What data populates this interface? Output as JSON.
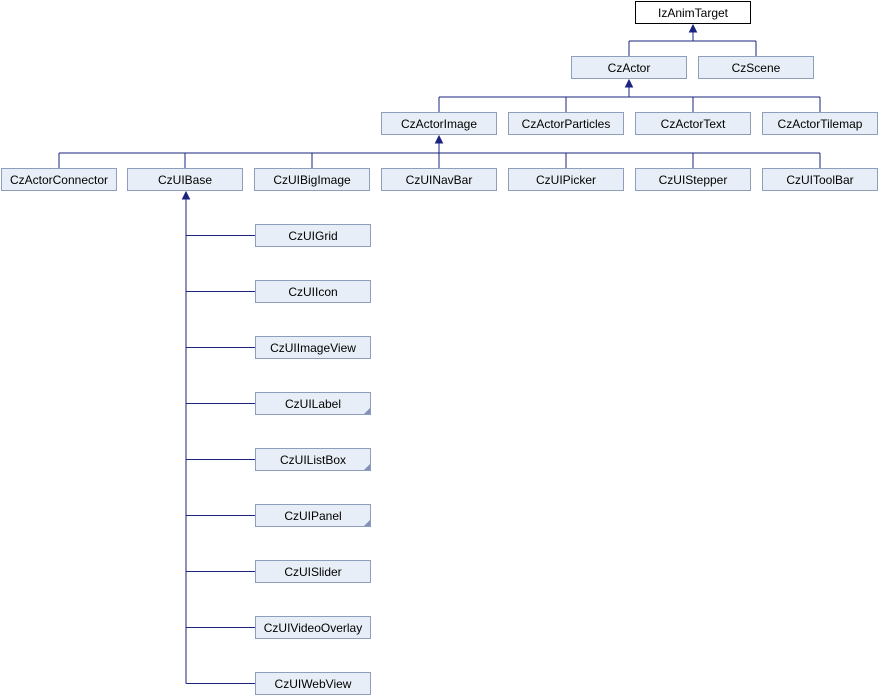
{
  "diagram": {
    "nodes": [
      {
        "id": "IzAnimTarget",
        "label": "IzAnimTarget",
        "root": true
      },
      {
        "id": "CzActor",
        "label": "CzActor"
      },
      {
        "id": "CzScene",
        "label": "CzScene"
      },
      {
        "id": "CzActorImage",
        "label": "CzActorImage"
      },
      {
        "id": "CzActorParticles",
        "label": "CzActorParticles"
      },
      {
        "id": "CzActorText",
        "label": "CzActorText"
      },
      {
        "id": "CzActorTilemap",
        "label": "CzActorTilemap"
      },
      {
        "id": "CzActorConnector",
        "label": "CzActorConnector"
      },
      {
        "id": "CzUIBase",
        "label": "CzUIBase"
      },
      {
        "id": "CzUIBigImage",
        "label": "CzUIBigImage"
      },
      {
        "id": "CzUINavBar",
        "label": "CzUINavBar"
      },
      {
        "id": "CzUIPicker",
        "label": "CzUIPicker"
      },
      {
        "id": "CzUIStepper",
        "label": "CzUIStepper"
      },
      {
        "id": "CzUIToolBar",
        "label": "CzUIToolBar"
      },
      {
        "id": "CzUIGrid",
        "label": "CzUIGrid"
      },
      {
        "id": "CzUIIcon",
        "label": "CzUIIcon"
      },
      {
        "id": "CzUIImageView",
        "label": "CzUIImageView"
      },
      {
        "id": "CzUILabel",
        "label": "CzUILabel",
        "truncated": true
      },
      {
        "id": "CzUIListBox",
        "label": "CzUIListBox",
        "truncated": true
      },
      {
        "id": "CzUIPanel",
        "label": "CzUIPanel",
        "truncated": true
      },
      {
        "id": "CzUISlider",
        "label": "CzUISlider"
      },
      {
        "id": "CzUIVideoOverlay",
        "label": "CzUIVideoOverlay"
      },
      {
        "id": "CzUIWebView",
        "label": "CzUIWebView"
      }
    ],
    "edges": [
      {
        "parent": "IzAnimTarget",
        "children": [
          "CzActor",
          "CzScene"
        ]
      },
      {
        "parent": "CzActor",
        "children": [
          "CzActorImage",
          "CzActorParticles",
          "CzActorText",
          "CzActorTilemap"
        ]
      },
      {
        "parent": "CzActorImage",
        "children": [
          "CzActorConnector",
          "CzUIBase",
          "CzUIBigImage",
          "CzUINavBar",
          "CzUIPicker",
          "CzUIStepper",
          "CzUIToolBar"
        ]
      },
      {
        "parent": "CzUIBase",
        "children": [
          "CzUIGrid",
          "CzUIIcon",
          "CzUIImageView",
          "CzUILabel",
          "CzUIListBox",
          "CzUIPanel",
          "CzUISlider",
          "CzUIVideoOverlay",
          "CzUIWebView"
        ],
        "layout": "vertical"
      }
    ]
  }
}
